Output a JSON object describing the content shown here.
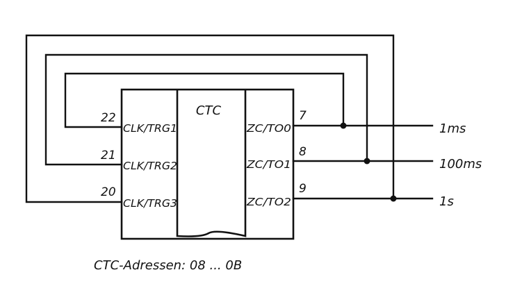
{
  "chip": {
    "title": "CTC",
    "inputs": [
      {
        "pin": "22",
        "label": "CLK/TRG1"
      },
      {
        "pin": "21",
        "label": "CLK/TRG2"
      },
      {
        "pin": "20",
        "label": "CLK/TRG3"
      }
    ],
    "outputs": [
      {
        "pin": "7",
        "label": "ZC/TO0"
      },
      {
        "pin": "8",
        "label": "ZC/TO1"
      },
      {
        "pin": "9",
        "label": "ZC/TO2"
      }
    ]
  },
  "signals": [
    "1ms",
    "100ms",
    "1s"
  ],
  "caption": "CTC-Adressen: 08 ... 0B"
}
